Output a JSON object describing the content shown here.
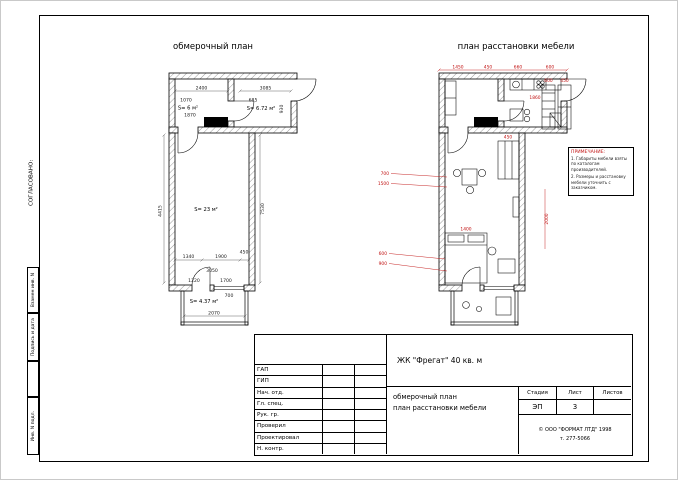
{
  "titles": {
    "plan_left": "обмерочный план",
    "plan_right": "план расстановки мебели"
  },
  "left_strip": {
    "approved": "СОГЛАСОВАНО:",
    "box_izm": "Взамен инв. N",
    "box_sign": "Подпись и дата",
    "box_inv": "Инв. N подл."
  },
  "measure_plan": {
    "areas": {
      "hall": "S= 6 м²",
      "kitchen": "S= 6.72 м²",
      "room": "S= 23 м²",
      "balcony": "S= 4.37 м²"
    },
    "dims": {
      "hall_w": "2400",
      "hall_w2": "1070",
      "hall_d": "1870",
      "kitchen_w": "3085",
      "kitchen_w2": "685",
      "kitchen_d": "930",
      "room_h": "7530",
      "room_h2": "4415",
      "bot_1": "1340",
      "bot_2": "1900",
      "bot_3": "450",
      "bot_4": "3050",
      "bot_5": "1220",
      "bot_6": "1700",
      "balc_w": "2070",
      "balc_2": "700"
    }
  },
  "furniture_plan": {
    "dims_red": {
      "top_1": "1450",
      "top_2": "450",
      "top_3": "660",
      "top_4": "600",
      "kitchen": "1860",
      "wardrobe": "450",
      "bed": "1400",
      "left_1": "700",
      "left_2": "1500",
      "left_3": "600",
      "left_4": "900",
      "right_v": "2000",
      "elev_1": "600",
      "elev_2": "450"
    },
    "notes": {
      "title": "ПРИМЕЧАНИЕ:",
      "items": [
        "1. Габариты мебели взяты по каталогам производителей.",
        "2. Размеры и расстановку мебели уточнить с заказчиком."
      ]
    }
  },
  "titleblock": {
    "project": "ЖК \"Фрегат\" 40 кв. м",
    "roles": [
      "ГАП",
      "ГИП",
      "Нач. отд.",
      "Гл. спец.",
      "Рук. гр.",
      "Проверил",
      "Проектировал",
      "Н. контр."
    ],
    "doc_line1": "обмерочный план",
    "doc_line2": "план расстановки мебели",
    "stage_label": "Стадия",
    "sheet_label": "Лист",
    "sheets_label": "Листов",
    "stage_value": "ЭП",
    "sheet_value": "3",
    "org": "©  ООО  \"ФОРМАТ ЛТД\"  1998",
    "phone": "т. 277-5066"
  }
}
